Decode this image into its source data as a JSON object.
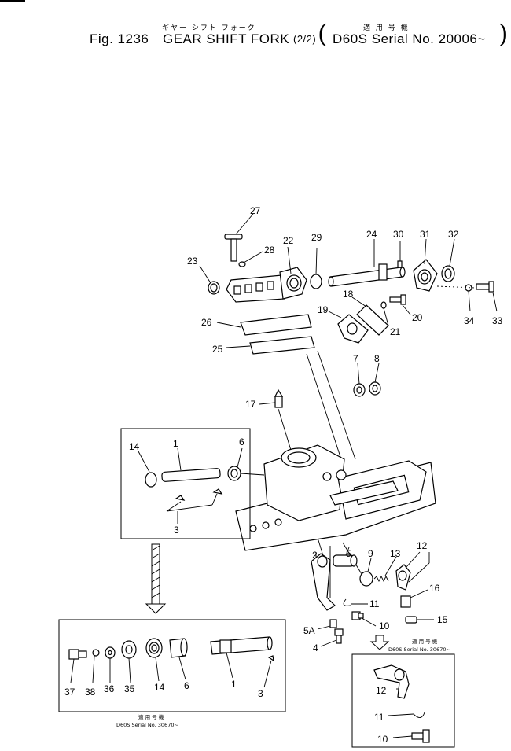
{
  "header": {
    "jp_title": "ギヤー シフト フォーク",
    "jp_applicable": "適 用 号 機",
    "fig_label": "Fig. 1236",
    "title": "GEAR SHIFT FORK",
    "sheet": "(2/2)",
    "applicability": "D60S Serial No. 20006~"
  },
  "subnotes": {
    "right_jp": "適 用 号 機",
    "right_serial": "D60S Serial No. 30670~",
    "left_jp": "適 用 号 機",
    "left_serial": "D60S Serial No. 30670~"
  },
  "callouts": [
    "27",
    "28",
    "22",
    "29",
    "24",
    "30",
    "31",
    "32",
    "23",
    "26",
    "25",
    "19",
    "18",
    "21",
    "20",
    "34",
    "33",
    "7",
    "8",
    "17",
    "14",
    "1",
    "6",
    "3",
    "2",
    "5",
    "9",
    "13",
    "12",
    "16",
    "11",
    "10",
    "15",
    "5A",
    "4",
    "37",
    "38",
    "36",
    "35",
    "14",
    "6",
    "1",
    "3",
    "12",
    "11",
    "10"
  ]
}
